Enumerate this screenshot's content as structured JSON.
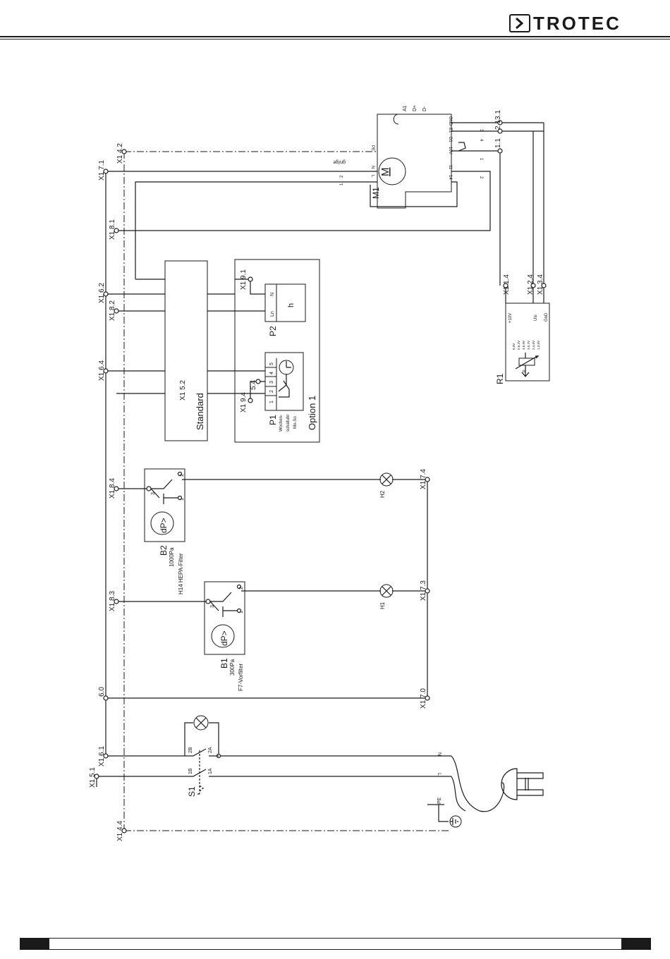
{
  "header": {
    "brand": "TROTEC"
  },
  "diagram": {
    "x1_labels": {
      "t4_2": "X1 4.2",
      "t7_1": "X1 7.1",
      "t8_1": "X1 8.1",
      "t6_2": "X1 6.2",
      "t8_2": "X1 8.2",
      "t6_4": "X1 6.4",
      "t8_4": "X1 8.4",
      "t8_3": "X1 8.3",
      "t6_0": "6.0",
      "t6_1": "X1 6.1",
      "t5_1": "X1 5.1",
      "t4_4": "X1 4.4",
      "t9_1": "X1 9.1",
      "t9_4": "X1 9.4",
      "t5_4": "5.4",
      "t5_2": "X1 5.2",
      "t7_4": "X1 7.4",
      "t7_3": "X1 7.3",
      "t7_0": "X1 7.0",
      "t1_4": "X1 1.4",
      "t2_4": "X1 2.4",
      "t3_4": "X1 3.4",
      "t3_1": "3.1",
      "t2_1": "2.1",
      "t1_1": "1.1"
    },
    "motor": {
      "name": "M1",
      "symbol": "M",
      "pins_top": [
        "A1",
        "D+",
        "D-"
      ],
      "pins_right": [
        "GND",
        "E1",
        "D1",
        "10V",
        "11",
        "14"
      ],
      "pins_left": [
        "PE",
        "N",
        "L"
      ],
      "wire_colour": "gn/ge",
      "wire_numbers": [
        "1",
        "2",
        "3",
        "4",
        "1",
        "2"
      ]
    },
    "standard": {
      "label": "Standard"
    },
    "option": {
      "label": "Option 1",
      "p2": {
        "name": "P2",
        "symbol": "h",
        "pins": [
          "N",
          "Ln"
        ]
      },
      "p1": {
        "name": "P1",
        "pins": [
          "5",
          "4",
          "3",
          "2",
          "1"
        ],
        "desc": [
          "Wochen-",
          "schaltuhr",
          "Mo-So"
        ]
      }
    },
    "r1": {
      "name": "R1",
      "pins": [
        "+10V",
        "Usi",
        "GnD"
      ],
      "scale": [
        "6,0V",
        "5,6,2V",
        "4,6,9V",
        "3,5,7V",
        "2,4,6V",
        "1,3,6V"
      ],
      "tag": "R"
    },
    "b2": {
      "name": "B2",
      "rating": "1000Pa",
      "desc": "H14 HEPA-Filter",
      "symbol": "dP>",
      "pins": [
        "3",
        "2",
        "1"
      ]
    },
    "b1": {
      "name": "B1",
      "rating": "300Pa",
      "desc": "F7-Vorfilter",
      "symbol": "dP>",
      "pins": [
        "3",
        "2",
        "1"
      ]
    },
    "h2": {
      "name": "H2"
    },
    "h1": {
      "name": "H1"
    },
    "s1": {
      "name": "S1",
      "pins": [
        "2B",
        "2A",
        "1B",
        "1A"
      ]
    },
    "mains": {
      "n": "N",
      "l": "L",
      "pe": "PE"
    }
  }
}
